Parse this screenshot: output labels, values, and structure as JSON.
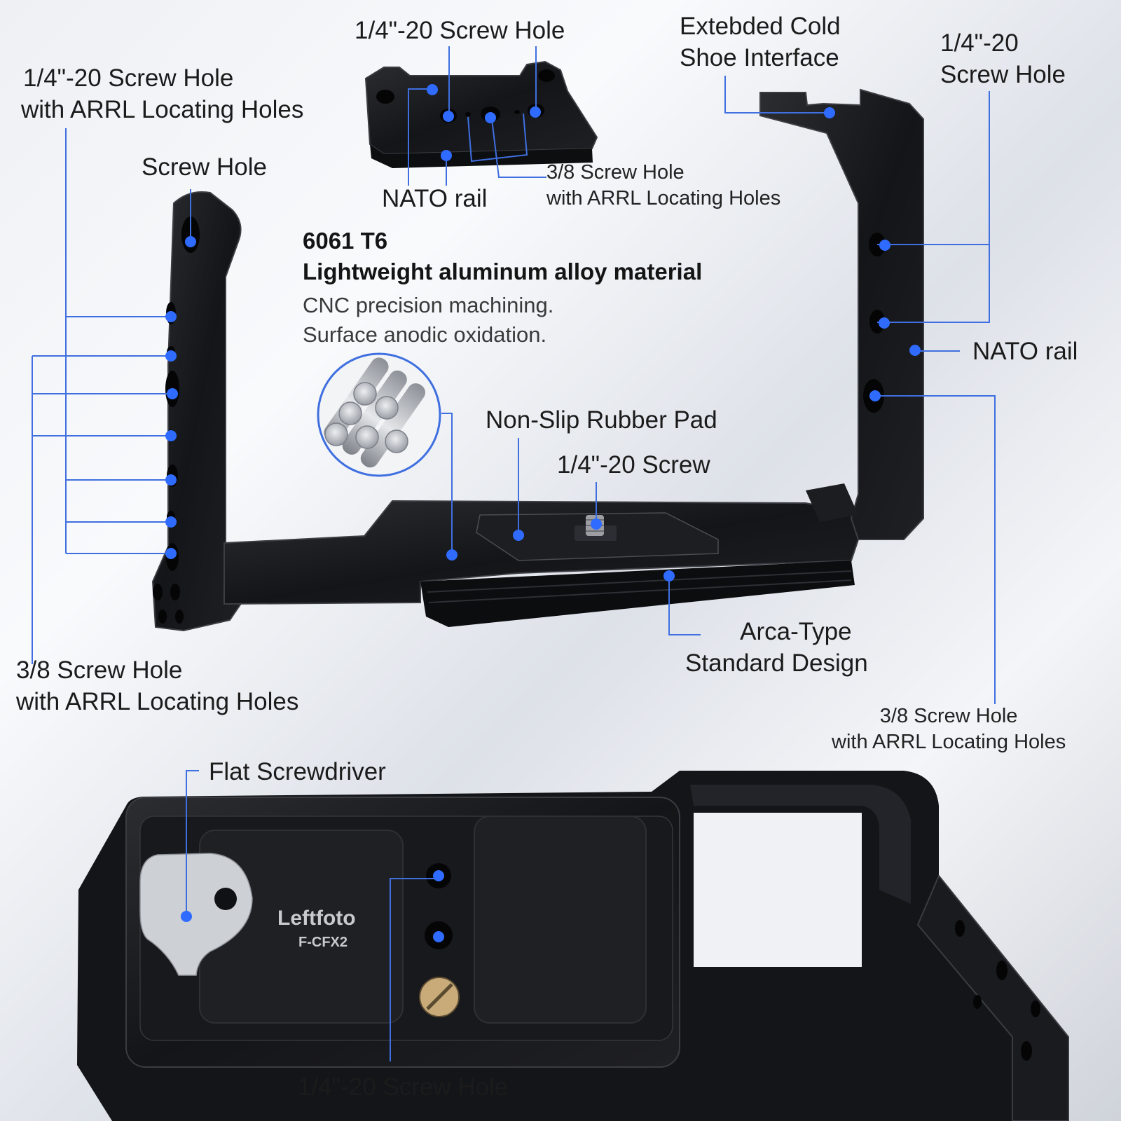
{
  "colors": {
    "callout": "#3f6fe0",
    "dot": "#2f6bff",
    "metal": "#16171a",
    "metal_edge": "#3c3e44",
    "text": "#1b1b1b"
  },
  "material": {
    "title_line1": "6061 T6",
    "title_line2": "Lightweight aluminum alloy material",
    "note_line1": "CNC precision machining.",
    "note_line2": "Surface anodic oxidation."
  },
  "callouts": {
    "top_plate_screw": "1/4\"-20 Screw Hole",
    "left_top_line1": "1/4\"-20 Screw Hole",
    "left_top_line2": "with ARRL Locating Holes",
    "screw_hole": "Screw Hole",
    "nato_top": "NATO rail",
    "top_plate_38_line1": "3/8 Screw Hole",
    "top_plate_38_line2": "with ARRL Locating Holes",
    "cold_shoe_line1": "Extebded Cold",
    "cold_shoe_line2": "Shoe Interface",
    "right_top_line1": "1/4\"-20",
    "right_top_line2": "Screw Hole",
    "nato_right": "NATO rail",
    "rubber_pad": "Non-Slip Rubber Pad",
    "bottom_screw": "1/4\"-20 Screw",
    "arca_line1": "Arca-Type",
    "arca_line2": "Standard Design",
    "left_bottom_line1": "3/8 Screw Hole",
    "left_bottom_line2": "with ARRL Locating Holes",
    "right_bottom_line1": "3/8 Screw Hole",
    "right_bottom_line2": "with ARRL Locating Holes",
    "screwdriver": "Flat Screwdriver",
    "base_screw_hole": "1/4\"-20 Screw Hole"
  },
  "brand": {
    "logo": "Leftfoto",
    "model": "F-CFX2"
  }
}
